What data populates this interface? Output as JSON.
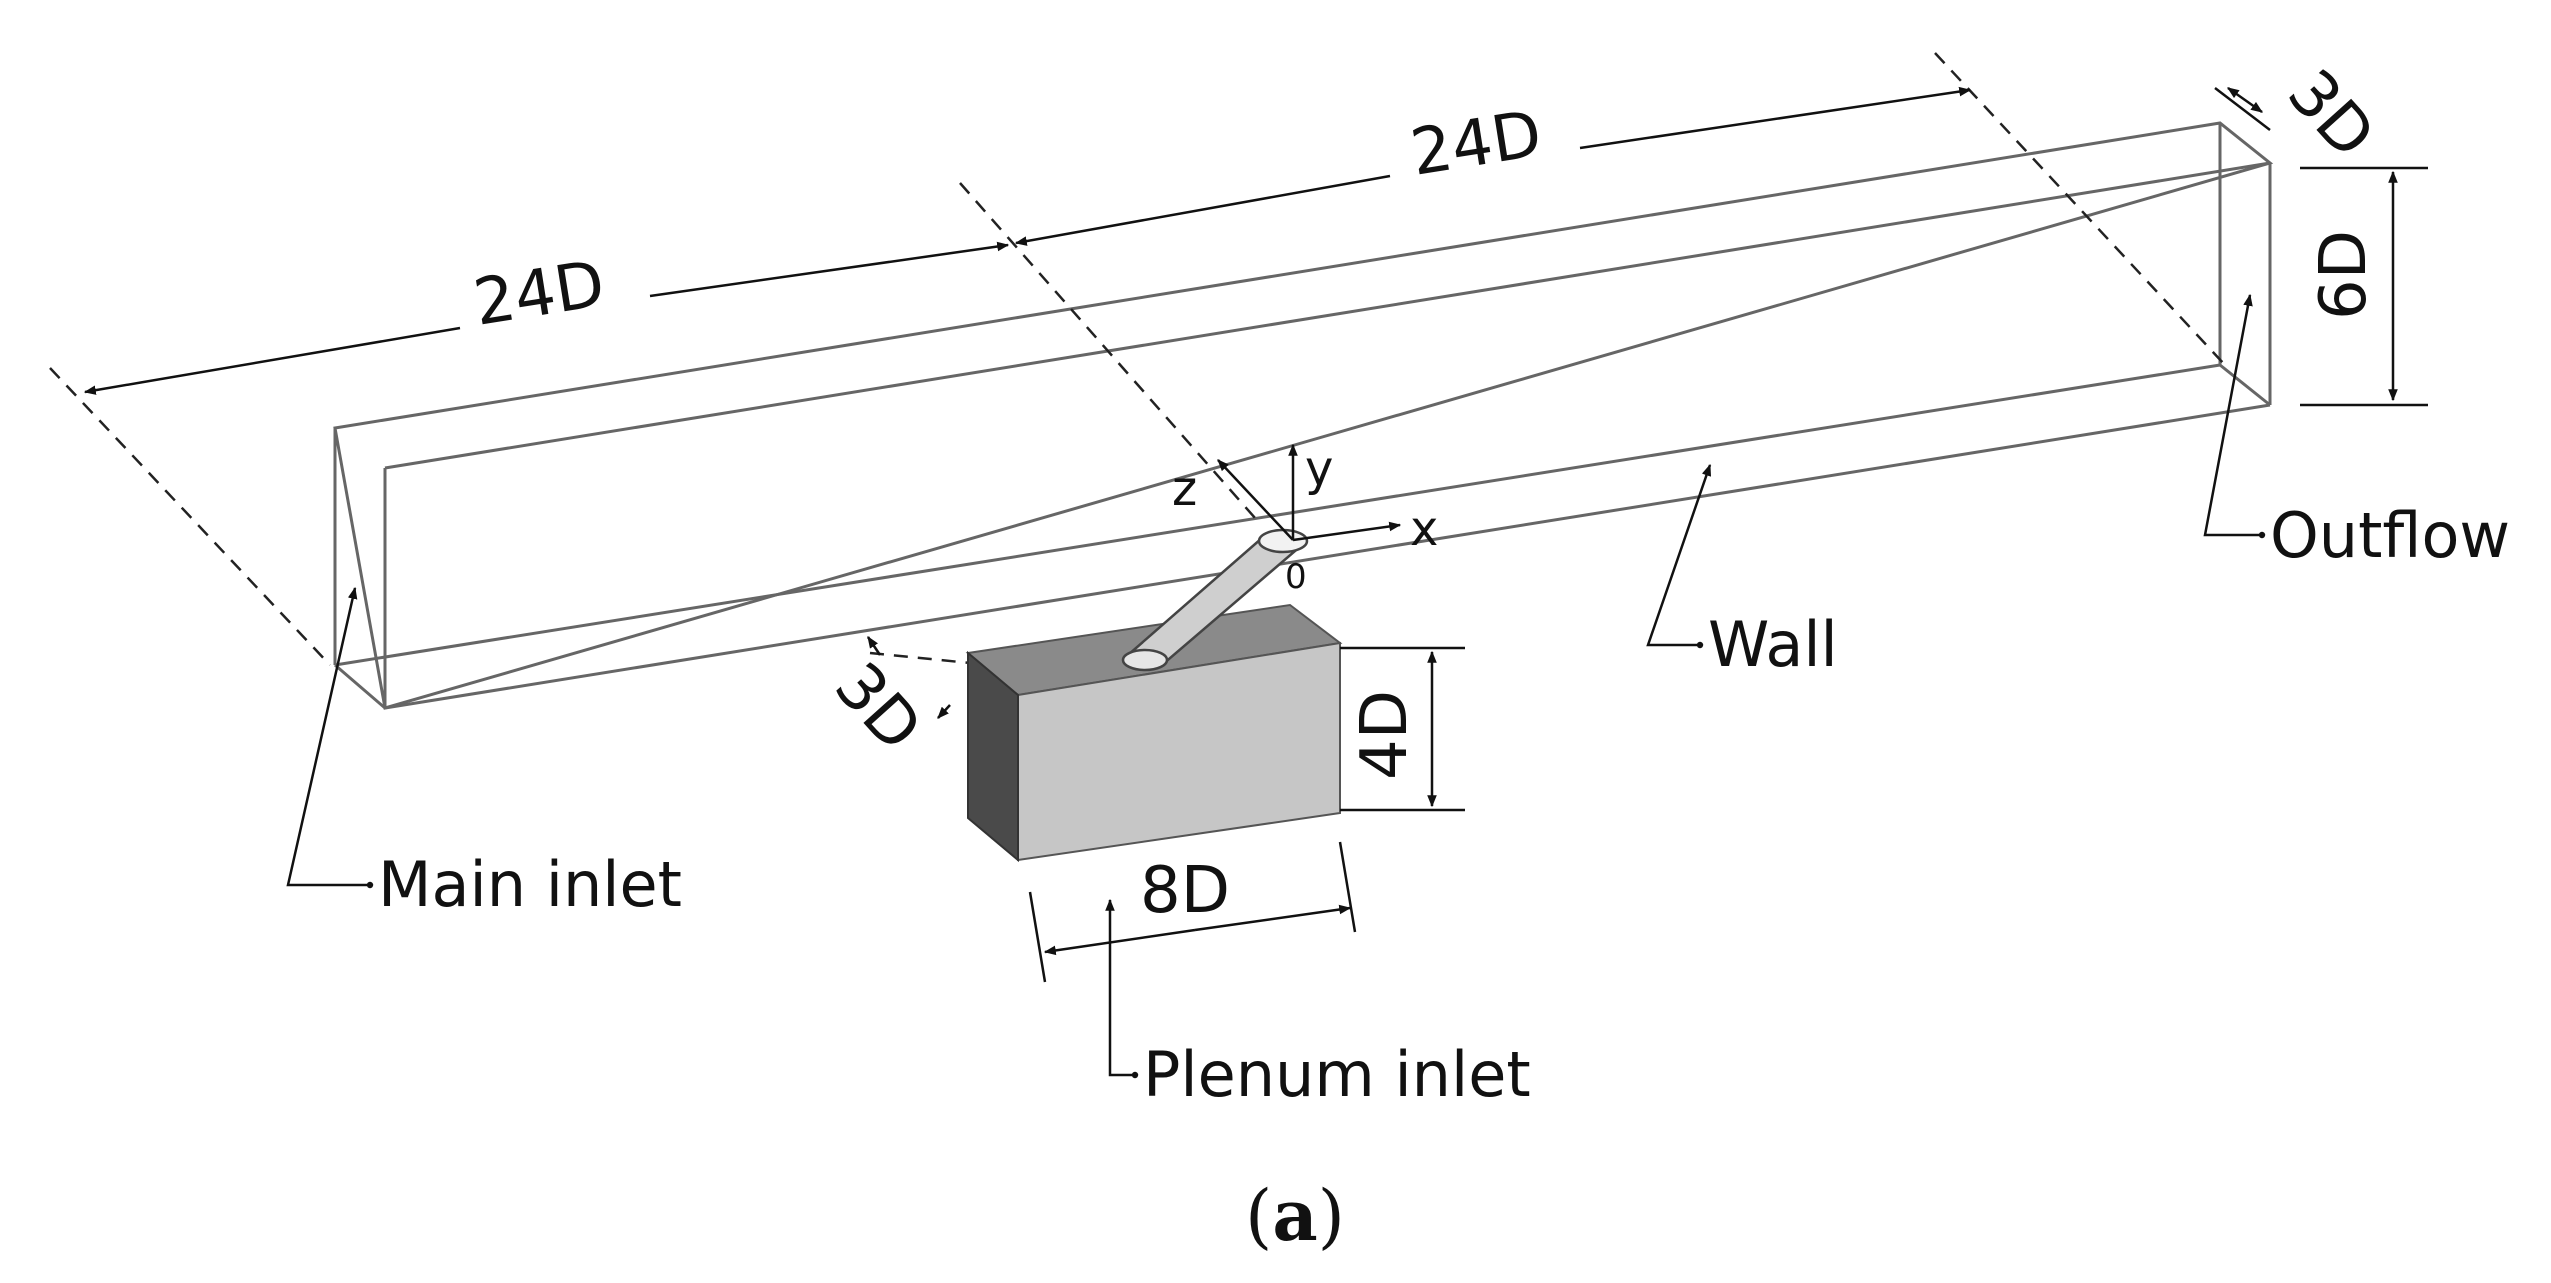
{
  "dimensions": {
    "channel_length_left": "24D",
    "channel_length_right": "24D",
    "channel_width": "3D",
    "channel_height": "6D",
    "plenum_width": "3D",
    "plenum_height": "4D",
    "plenum_length": "8D"
  },
  "axes": {
    "x": "x",
    "y": "y",
    "z": "z",
    "origin": "0"
  },
  "boundaries": {
    "main_inlet": "Main inlet",
    "wall": "Wall",
    "outflow": "Outflow",
    "plenum_inlet": "Plenum inlet"
  },
  "caption": {
    "open": "(",
    "letter": "a",
    "close": ")"
  },
  "colors": {
    "plenum_top": "#8a8a8a",
    "plenum_front": "#c6c6c6",
    "plenum_side": "#4a4a4a",
    "hole": "#cfcfcf",
    "edges": "#666666"
  }
}
